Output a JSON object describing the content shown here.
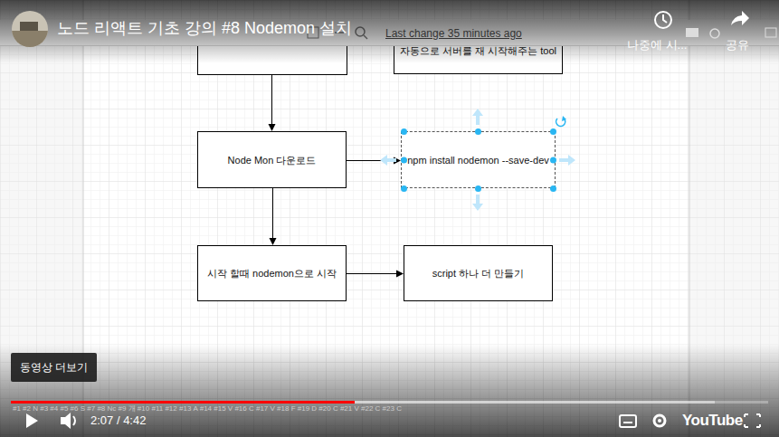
{
  "diagram": {
    "title": "노드 리액트 기초 강의 #8 Nodemon 설치",
    "nodes": [
      {
        "text": [
          "자동으로 서버를 재 시작해주는 tool"
        ]
      },
      {
        "text": [
          "Node Mon 다운로드"
        ]
      },
      {
        "text": [
          "npm install nodemon --save-dev"
        ]
      },
      {
        "text": [
          "시작 할때 nodemon으로 시작"
        ]
      },
      {
        "text": [
          "script 하나 더 만들기"
        ]
      }
    ],
    "edges": [
      {
        "from": 1,
        "to": 2,
        "arrow": "to"
      },
      {
        "from": 1,
        "to": 3,
        "arrow": "to"
      },
      {
        "from": 3,
        "to": 4,
        "arrow": "to"
      }
    ],
    "labels": [
      "Last change 35 minutes ago",
      "나중에 시...",
      "공유",
      "동영상 더보기",
      "2:07 / 4:42",
      "#1 #2 N #3 #4 #5 #6 S #7 #8 Nc #9 개 #10 #11 #12 #13 A #14 #15 V #16 C #17 V #18 F #19 D #20 C #21 V #22 C #23 C",
      "YouTube"
    ]
  }
}
